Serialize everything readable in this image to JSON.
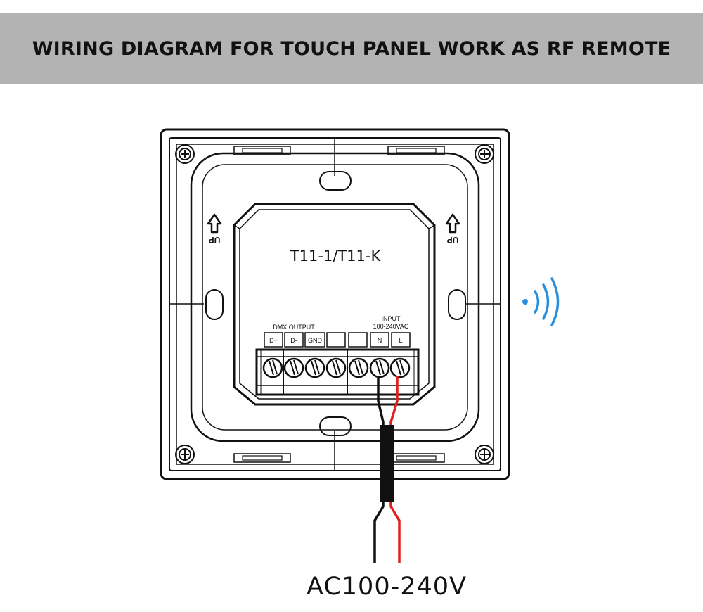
{
  "header": {
    "title": "WIRING DIAGRAM FOR TOUCH PANEL WORK AS RF REMOTE"
  },
  "panel": {
    "model": "T11-1/T11-K",
    "up_label": "UP",
    "dmx_group_label": "DMX OUTPUT",
    "input_group_label": "INPUT",
    "input_voltage_label": "100-240VAC",
    "terminals": [
      "D+",
      "D-",
      "GND",
      "",
      "",
      "N",
      "L"
    ]
  },
  "power": {
    "label": "AC100-240V"
  },
  "rf_icon": "rf-signal-icon",
  "colors": {
    "header_bg": "#b3b3b3",
    "live_wire": "#e0201e",
    "neutral_wire": "#111111",
    "rf_blue": "#2a8fdc"
  }
}
